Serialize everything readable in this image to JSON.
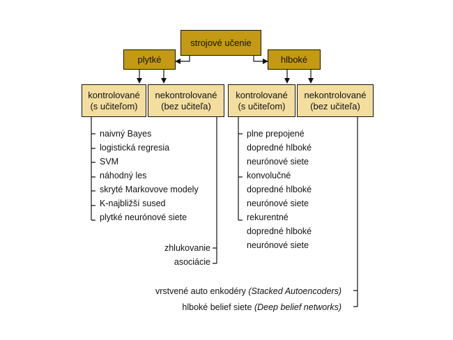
{
  "root": "strojové učenie",
  "shallow": "plytké",
  "deep": "hlboké",
  "shallow_supervised": [
    "kontrolované",
    "(s učiteľom)"
  ],
  "shallow_unsupervised": [
    "nekontrolované",
    "(bez učiteľa)"
  ],
  "deep_supervised": [
    "kontrolované",
    "(s učiteľom)"
  ],
  "deep_unsupervised": [
    "nekontrolované",
    "(bez učiteľa)"
  ],
  "shallow_supervised_methods": [
    "naivný Bayes",
    "logistická regresia",
    "SVM",
    "náhodný les",
    "skryté Markovove modely",
    "K-najbližší sused",
    "plytké neurónové siete"
  ],
  "shallow_unsupervised_methods": [
    "zhlukovanie",
    "asociácie"
  ],
  "deep_supervised_methods": [
    "plne prepojené",
    "dopredné hlboké",
    "neurónové siete",
    "konvolučné",
    "dopredné hlboké",
    "neurónové siete",
    "rekurentné",
    "dopredné hlboké",
    "neurónové siete"
  ],
  "deep_unsupervised_methods": [
    {
      "text": "vrstvené auto enkodéry ",
      "english": "(Stacked Autoencoders)"
    },
    {
      "text": "hlboké belief siete ",
      "english": "(Deep belief networks)"
    }
  ],
  "colors": {
    "dark_box": "#c49a14",
    "light_box": "#f3dea0",
    "line": "#111111"
  }
}
